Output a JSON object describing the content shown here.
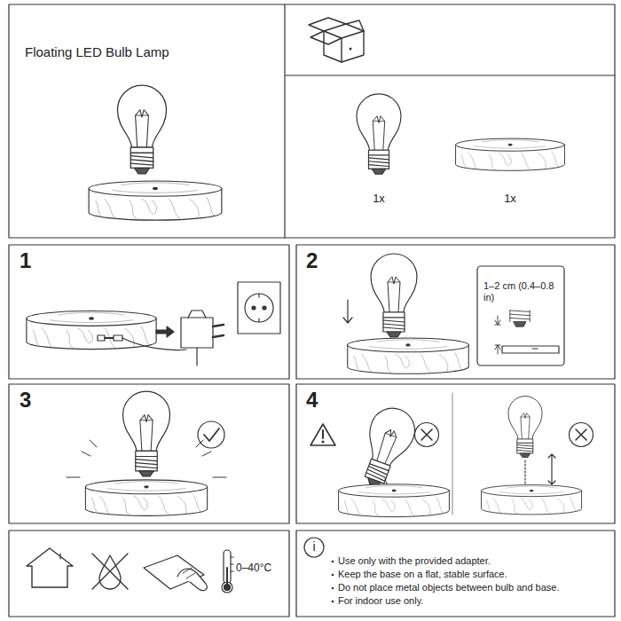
{
  "diagram": {
    "title": "Floating LED Bulb Lamp",
    "labels": [
      "1x",
      "1x",
      "1",
      "2",
      "3",
      "4",
      "1–2 cm (0.4–0.8 in)",
      "0–40°C",
      "i",
      "Use only with the provided adapter.",
      "Keep the base on a flat, stable surface.",
      "Do not place metal objects between bulb and base.",
      "For indoor use only."
    ]
  }
}
